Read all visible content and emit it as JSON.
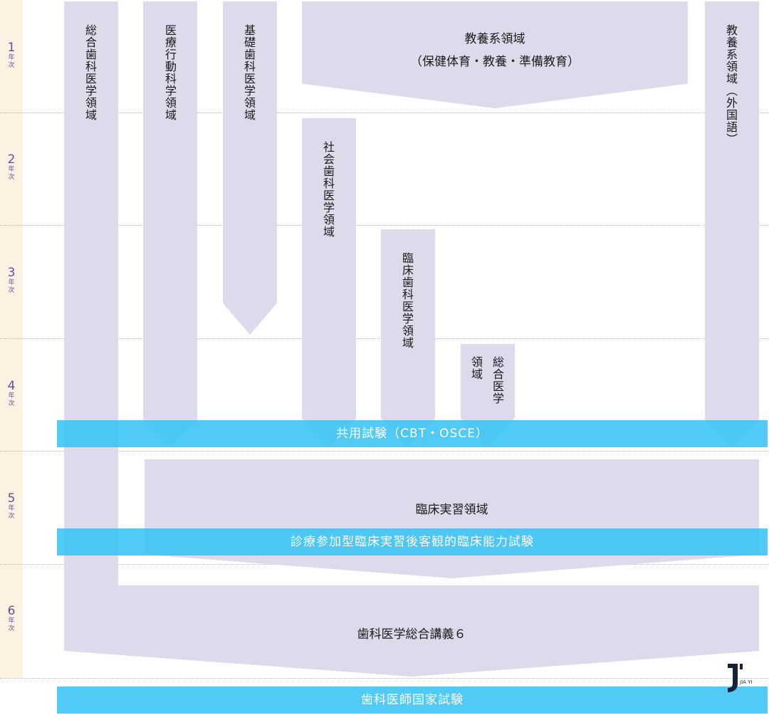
{
  "years": [
    {
      "num": "1",
      "unit": "年",
      "unit2": "次"
    },
    {
      "num": "2",
      "unit": "年",
      "unit2": "次"
    },
    {
      "num": "3",
      "unit": "年",
      "unit2": "次"
    },
    {
      "num": "4",
      "unit": "年",
      "unit2": "次"
    },
    {
      "num": "5",
      "unit": "年",
      "unit2": "次"
    },
    {
      "num": "6",
      "unit": "年",
      "unit2": "次"
    }
  ],
  "domains": {
    "general_dental": "総合歯科医学領域",
    "behavioral": "医療行動科学領域",
    "basic": "基礎歯科医学領域",
    "liberal_arts_title": "教養系領域",
    "liberal_arts_sub": "（保健体育・教養・準備教育）",
    "foreign_language": "教養系領域（外国語）",
    "social": "社会歯科医学領域",
    "clinical": "臨床歯科医学領域",
    "general_medicine_line1": "総合医学",
    "general_medicine_line2": "領域",
    "clinical_training": "臨床実習領域",
    "comprehensive_lecture": "歯科医学総合講義６"
  },
  "exams": {
    "common": "共用試験（CBT・OSCE）",
    "post_clinical": "診療参加型臨床実習後客観的臨床能力試験",
    "national": "歯科医師国家試験"
  },
  "logo": {
    "mark": "J",
    "text": "JIA YI"
  },
  "colors": {
    "shape": "#dcdaeb",
    "band": "#34c2f3",
    "year_bg": "#fdf2e1",
    "year_text": "#6a4c9c"
  }
}
